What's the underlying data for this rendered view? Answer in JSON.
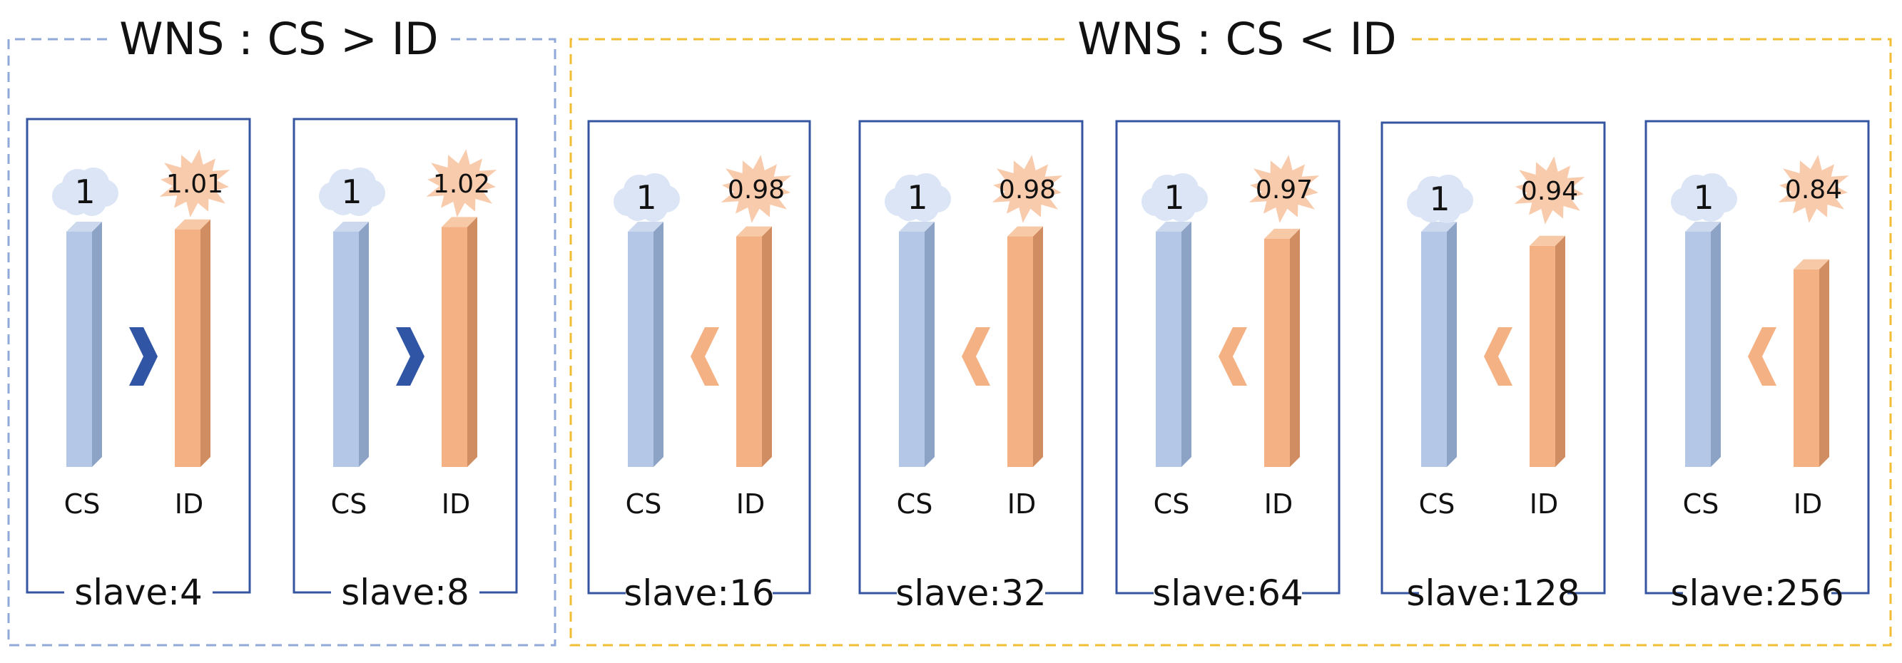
{
  "groups": [
    {
      "title": "WNS : CS > ID",
      "border_color": "#8fa9d9",
      "panels": [
        {
          "label": "slave:4",
          "cs_value": "1",
          "id_value": "1.01",
          "cs_label": "CS",
          "id_label": "ID",
          "comparison": ">",
          "cs_level": 1.0,
          "id_level": 1.01
        },
        {
          "label": "slave:8",
          "cs_value": "1",
          "id_value": "1.02",
          "cs_label": "CS",
          "id_label": "ID",
          "comparison": ">",
          "cs_level": 1.0,
          "id_level": 1.02
        }
      ]
    },
    {
      "title": "WNS : CS < ID",
      "border_color": "#f2bd33",
      "panels": [
        {
          "label": "slave:16",
          "cs_value": "1",
          "id_value": "0.98",
          "cs_label": "CS",
          "id_label": "ID",
          "comparison": "<",
          "cs_level": 1.0,
          "id_level": 0.98
        },
        {
          "label": "slave:32",
          "cs_value": "1",
          "id_value": "0.98",
          "cs_label": "CS",
          "id_label": "ID",
          "comparison": "<",
          "cs_level": 1.0,
          "id_level": 0.98
        },
        {
          "label": "slave:64",
          "cs_value": "1",
          "id_value": "0.97",
          "cs_label": "CS",
          "id_label": "ID",
          "comparison": "<",
          "cs_level": 1.0,
          "id_level": 0.97
        },
        {
          "label": "slave:128",
          "cs_value": "1",
          "id_value": "0.94",
          "cs_label": "CS",
          "id_label": "ID",
          "comparison": "<",
          "cs_level": 1.0,
          "id_level": 0.94
        },
        {
          "label": "slave:256",
          "cs_value": "1",
          "id_value": "0.84",
          "cs_label": "CS",
          "id_label": "ID",
          "comparison": "<",
          "cs_level": 1.0,
          "id_level": 0.84
        }
      ]
    }
  ],
  "colors": {
    "panel_border": "#3655a0",
    "cs_bar_front": "#b4c7e7",
    "cs_bar_side": "#8da3c6",
    "cs_bar_top": "#cbd8ee",
    "id_bar_front": "#f4b183",
    "id_bar_side": "#d18d62",
    "id_bar_top": "#f8c9a6",
    "cloud_fill": "#dbe5f5",
    "burst_fill": "#f8cbad",
    "chevron_greater": "#2f55a4",
    "chevron_less": "#f4b183"
  },
  "icons": {
    "cs_badge": "cloud-icon",
    "id_badge": "burst-icon",
    "greater": "chevron-right-icon",
    "less": "chevron-left-icon"
  }
}
